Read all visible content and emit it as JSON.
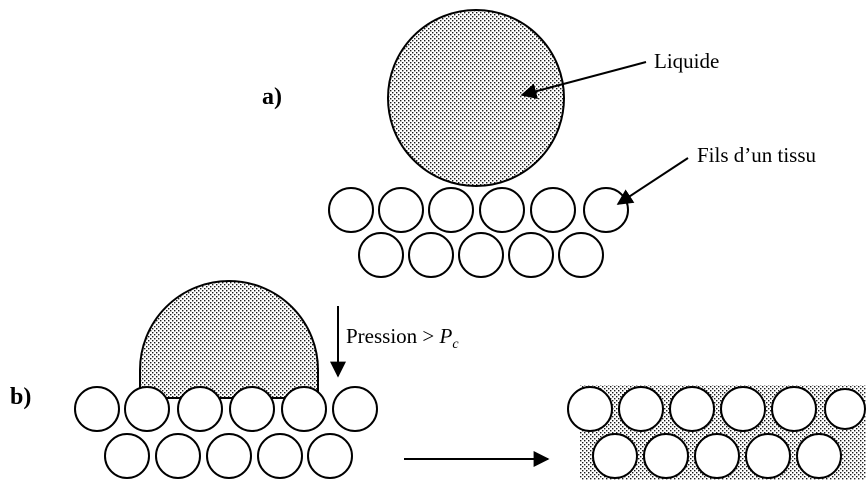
{
  "panels": {
    "a": "a)",
    "b": "b)"
  },
  "labels": {
    "liquid": "Liquide",
    "fibers": "Fils d’un tissu",
    "pressure_prefix": "Pression > ",
    "pressure_symbol": "P",
    "pressure_subscript": "c"
  },
  "icons": {
    "pressure_arrow": "down-arrow-icon",
    "transition_arrow": "right-arrow-icon"
  },
  "colors": {
    "ink": "#000000",
    "background": "#ffffff"
  }
}
